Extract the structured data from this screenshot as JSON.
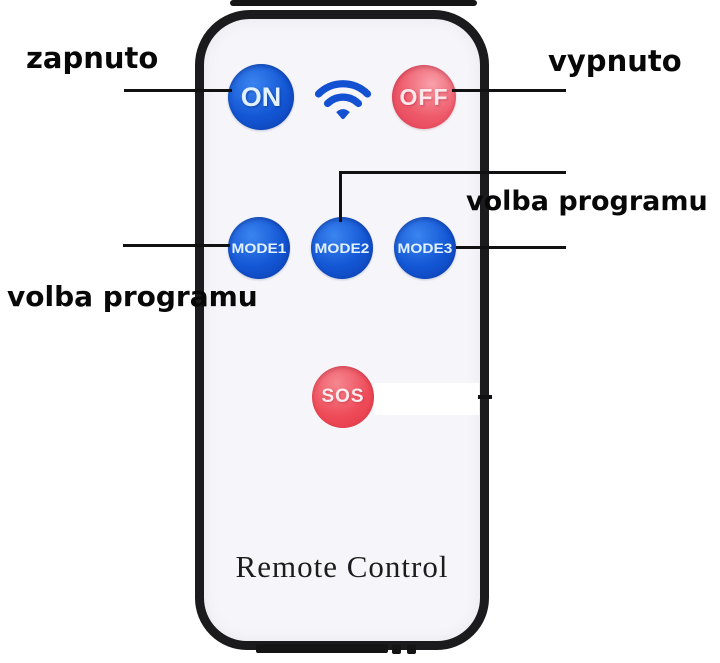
{
  "device": {
    "brand_text": "Remote Control",
    "buttons": {
      "on": "ON",
      "off": "OFF",
      "mode1": "MODE1",
      "mode2": "MODE2",
      "mode3": "MODE3",
      "sos": "SOS"
    }
  },
  "annotations": {
    "zapnuto": "zapnuto",
    "vypnuto": "vypnuto",
    "volba_programu_left": "volba programu",
    "volba_programu_right": "volba programu"
  },
  "icons": {
    "wifi": "wifi-icon"
  },
  "colors": {
    "button_blue": "#1356d4",
    "wifi_blue": "#1450d2",
    "button_off_red": "#ee5a6a",
    "button_sos_red": "#ee4a57",
    "remote_border": "#1b1b1d",
    "remote_body": "#f6f6fa",
    "annotation_line": "#111111"
  }
}
